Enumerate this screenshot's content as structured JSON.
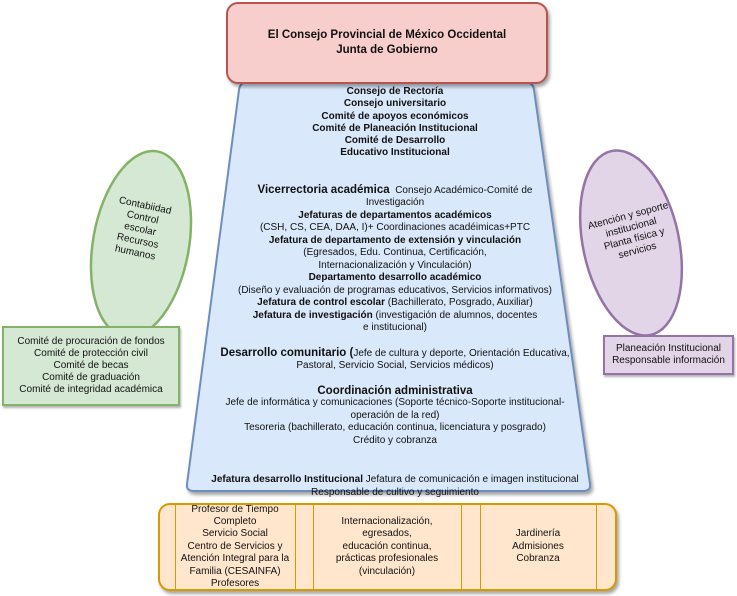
{
  "colors": {
    "red_fill": "#f8cecc",
    "red_stroke": "#b85450",
    "blue_fill": "#dae8fc",
    "blue_stroke": "#6c8ebf",
    "green_fill": "#d5e8d4",
    "green_stroke": "#82b366",
    "purple_fill": "#e1d5e7",
    "purple_stroke": "#9673a6",
    "orange_fill": "#ffe6cc",
    "orange_stroke": "#d79b00"
  },
  "top_box": {
    "line1": "El Consejo Provincial de México Occidental",
    "line2": "Junta de Gobierno"
  },
  "trapezoid": {
    "councils": [
      "Consejo de Rectoría",
      "Consejo universitario",
      "Comité de apoyos económicos",
      "Comité de Planeación Institucional",
      "Comité de Desarrollo",
      "Educativo Institucional"
    ],
    "vicerrectoria": {
      "title": "Vicerrectoria académica",
      "desc1": "Consejo Académico-Comité de",
      "desc2": "Investigación"
    },
    "jefaturas_deptos": {
      "title": "Jefaturas de departamentos académicos",
      "desc": "(CSH, CS, CEA, DAA, I)+ Coordinaciones acadéimicas+PTC"
    },
    "extension": {
      "title": "Jefatura de departamento de extensión y vinculación",
      "desc1": "(Egresados, Edu. Continua, Certificación,",
      "desc2": "Internacionalización y Vinculación)"
    },
    "desarrollo_academico": {
      "title": "Departamento desarrollo académico",
      "desc": "(Diseño y evaluación de programas educativos, Servicios informativos)"
    },
    "control_escolar": {
      "title": "Jefatura de control escolar",
      "desc": " (Bachillerato, Posgrado, Auxiliar)"
    },
    "investigacion": {
      "title": "Jefatura de investigación",
      "desc1": " (investigación de alumnos, docentes",
      "desc2": "e institucional)"
    },
    "comunitario": {
      "title": "Desarrollo comunitario (",
      "desc1": "Jefe de cultura y deporte, Orientación Educativa,",
      "desc2": "Pastoral, Servicio Social, Servicios médicos)"
    },
    "administrativa": {
      "title": "Coordinación administrativa",
      "lines": [
        "Jefe de informática y comunicaciones (Soporte técnico-Soporte institucional-",
        "operación de la red)",
        "Tesoreria (bachillerato, educación continua, licenciatura y posgrado)",
        "Crédito y cobranza"
      ]
    },
    "desarrollo_institucional": {
      "title": "Jefatura desarrollo Institucional",
      "desc1": " Jefatura de comunicación e imagen institucional",
      "desc2": "Responsable de cultivo y seguimiento"
    }
  },
  "left_ellipse": {
    "lines": [
      "Contabiidad",
      "Control",
      "escolar",
      "Recursos",
      "humanos"
    ]
  },
  "right_ellipse": {
    "lines": [
      "Atención y soporte",
      "institucional",
      "Planta física y",
      "servicios"
    ]
  },
  "left_box": {
    "lines": [
      "Comité de procuración de fondos",
      "Comité de protección civil",
      "Comité de becas",
      "Comité de graduación",
      "Comité de integridad académica"
    ]
  },
  "right_box": {
    "lines": [
      "Planeación Institucional",
      "Responsable información"
    ]
  },
  "bottom_box": {
    "cell1": [
      "Profesor de Tiempo",
      "Completo",
      "Servicio Social",
      "Centro de Servicios y",
      "Atención Integral para la",
      "Familia (CESAINFA)",
      "Profesores"
    ],
    "cell2": [
      "Internacionalización,",
      "egresados,",
      "educación continua,",
      "prácticas profesionales",
      "(vinculación)"
    ],
    "cell3": [
      "Jardinería",
      "Admisiones",
      "Cobranza"
    ]
  }
}
